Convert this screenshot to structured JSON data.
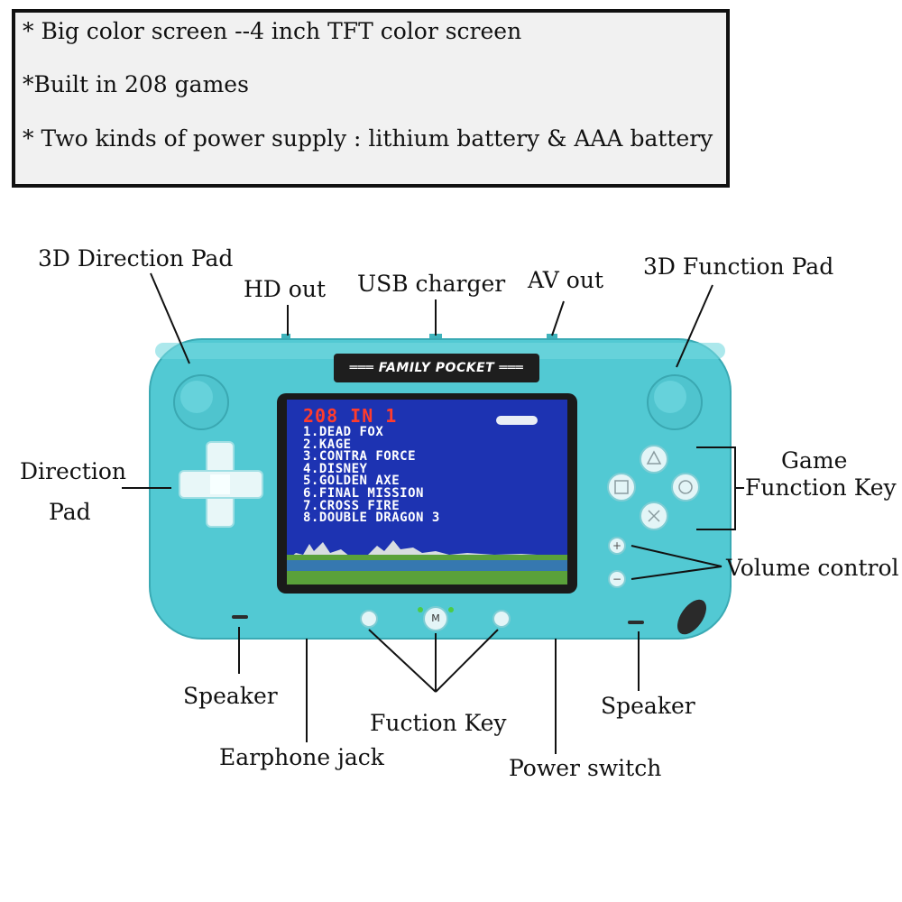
{
  "features": [
    "* Big color screen --4 inch TFT color screen",
    "*Built in 208 games",
    "* Two kinds of power supply : lithium battery & AAA battery"
  ],
  "callouts": {
    "direction_pad_3d": "3D Direction Pad",
    "hd_out": "HD out",
    "usb_charger": "USB charger",
    "av_out": "AV out",
    "function_pad_3d": "3D Function Pad",
    "direction_pad_line1": "Direction",
    "direction_pad_line2": "Pad",
    "game_function_key_line1": "Game",
    "game_function_key_line2": "Function Key",
    "volume_control": "Volume control",
    "speaker_left": "Speaker",
    "speaker_right": "Speaker",
    "fuction_key": "Fuction Key",
    "earphone_jack": "Earphone jack",
    "power_switch": "Power switch"
  },
  "device": {
    "logo": "═══ FAMILY POCKET ═══",
    "body_color": "#52c9d3",
    "m_key": "M"
  },
  "screen": {
    "title": "208 IN 1",
    "games": [
      "1.DEAD FOX",
      "2.KAGE",
      "3.CONTRA FORCE",
      "4.DISNEY",
      "5.GOLDEN AXE",
      "6.FINAL MISSION",
      "7.CROSS FIRE",
      "8.DOUBLE DRAGON 3"
    ]
  }
}
